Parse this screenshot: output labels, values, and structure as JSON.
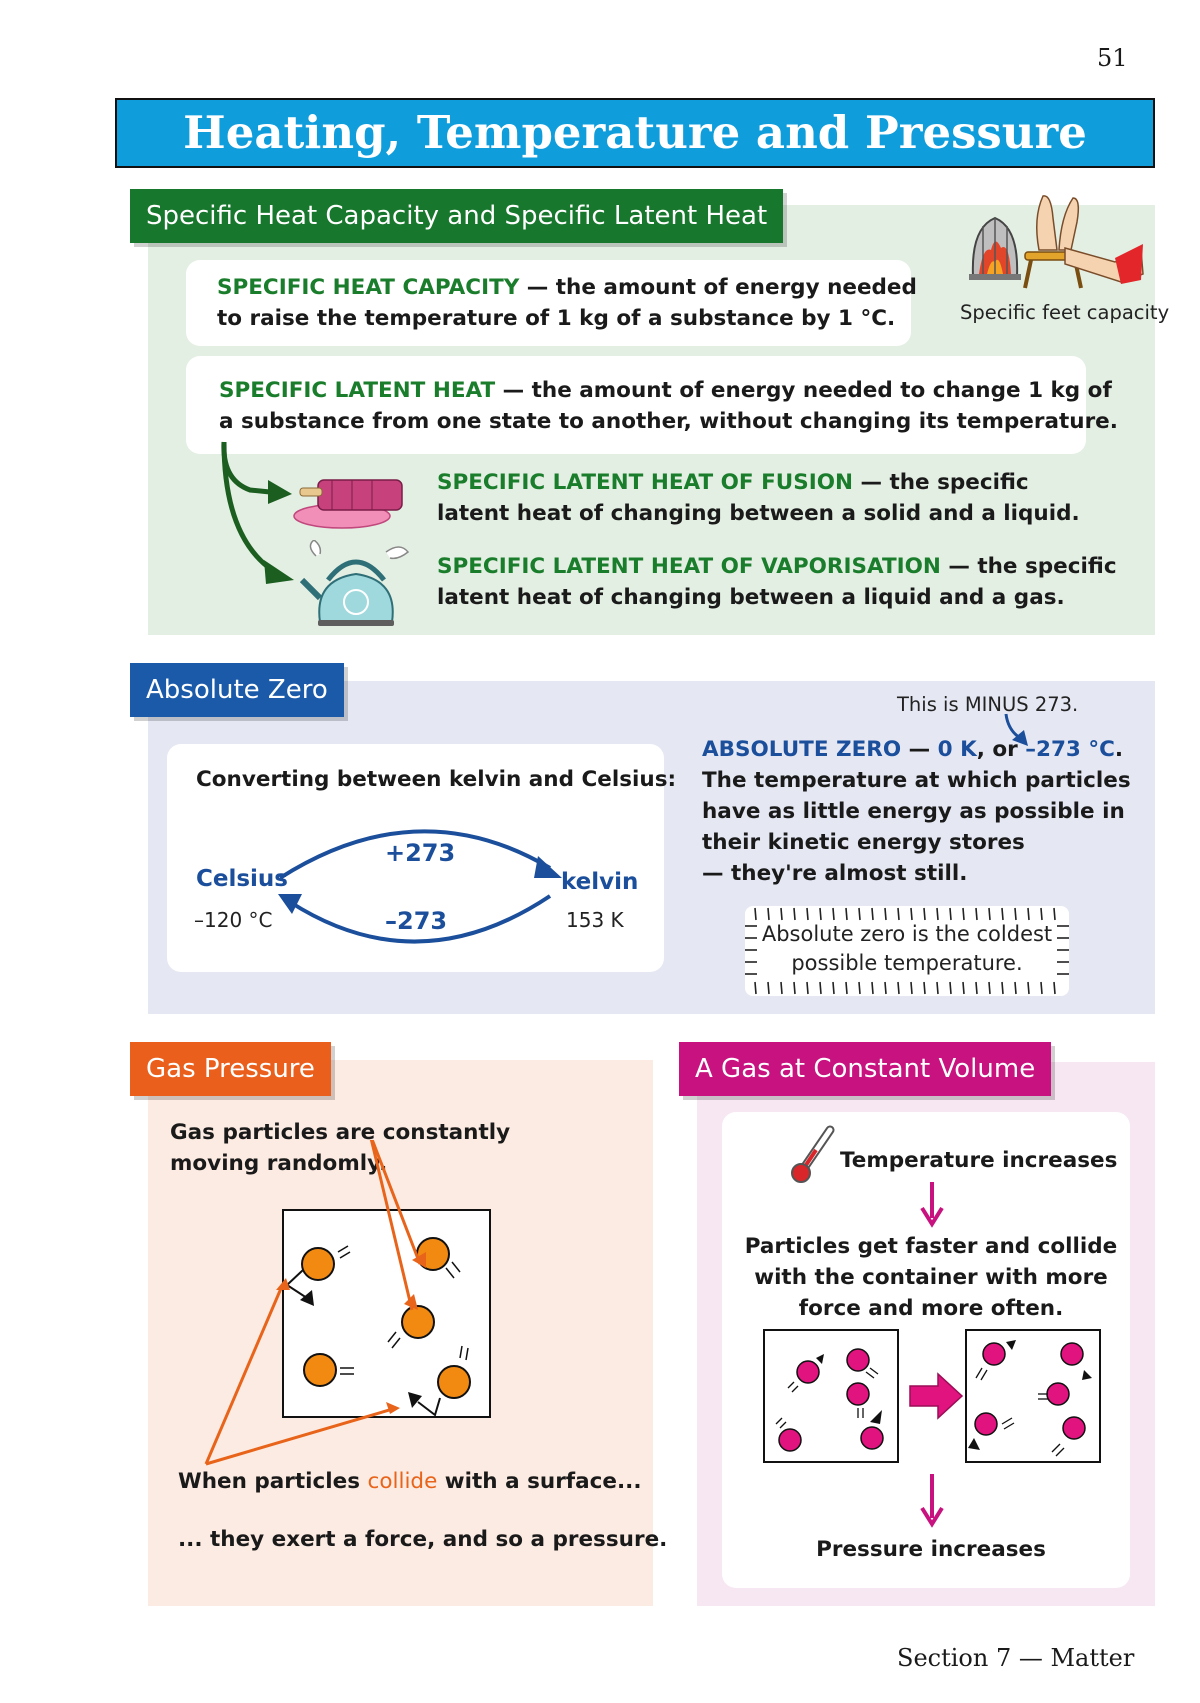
{
  "page_number": "51",
  "title": "Heating, Temperature and Pressure",
  "colors": {
    "title_banner": "#0f9ddc",
    "shc_tag": "#17772d",
    "shc_panel": "#e4efe4",
    "az_tag": "#1a5aa9",
    "az_panel": "#e5e8f3",
    "gp_tag": "#ea5f1c",
    "gp_panel": "#fcebe2",
    "cv_tag": "#c7127f",
    "cv_panel": "#f7e7f2"
  },
  "shc": {
    "heading": "Specific Heat Capacity and Specific Latent Heat",
    "capacity_term": "SPECIFIC HEAT CAPACITY",
    "capacity_def_1": " — the amount of energy needed",
    "capacity_def_2": "to raise the temperature of 1 kg of a substance by 1 °C.",
    "feet_caption": "Specific feet capacity",
    "latent_term": "SPECIFIC LATENT HEAT",
    "latent_def_1": " — the amount of energy needed to change 1 kg of",
    "latent_def_2": "a substance from one state to another, without changing its temperature.",
    "fusion_term": "SPECIFIC LATENT HEAT OF FUSION",
    "fusion_def_1": " — the specific",
    "fusion_def_2": "latent heat of changing between a solid and a liquid.",
    "vap_term": "SPECIFIC LATENT HEAT OF VAPORISATION",
    "vap_def_1": " — the specific",
    "vap_def_2": "latent heat of changing between a liquid and a gas.",
    "icons": [
      "fire-cage-icon",
      "feet-on-stool-icon",
      "melting-ice-lolly-icon",
      "steaming-kettle-icon"
    ]
  },
  "az": {
    "heading": "Absolute Zero",
    "converting_label": "Converting between kelvin and Celsius:",
    "celsius_label": "Celsius",
    "kelvin_label": "kelvin",
    "plus": "+273",
    "minus": "–273",
    "celsius_value": "–120 °C",
    "kelvin_value": "153 K",
    "minus_note": "This is MINUS 273.",
    "def_term": "ABSOLUTE ZERO",
    "def_dash": " — ",
    "def_k": "0 K",
    "def_or": ", or ",
    "def_c": "–273 °C",
    "def_dot": ".",
    "def_line_2": "The temperature at which particles",
    "def_line_3": "have as little energy as possible in",
    "def_line_4": "their kinetic energy stores",
    "def_line_5": "— they're almost still.",
    "coldest_1": "Absolute zero is the coldest",
    "coldest_2": "possible temperature."
  },
  "gp": {
    "heading": "Gas Pressure",
    "random_1": "Gas particles are constantly",
    "random_2": "moving randomly.",
    "collide_pre": "When particles ",
    "collide_word": "collide",
    "collide_post": " with a surface...",
    "force_line": "... they exert a force, and so a pressure."
  },
  "cv": {
    "heading": "A Gas at Constant Volume",
    "temp_increases": "Temperature increases",
    "particles_1": "Particles get faster and collide",
    "particles_2": "with the container with more",
    "particles_3": "force and more often.",
    "pressure_increases": "Pressure increases"
  },
  "footer": "Section 7 — Matter"
}
